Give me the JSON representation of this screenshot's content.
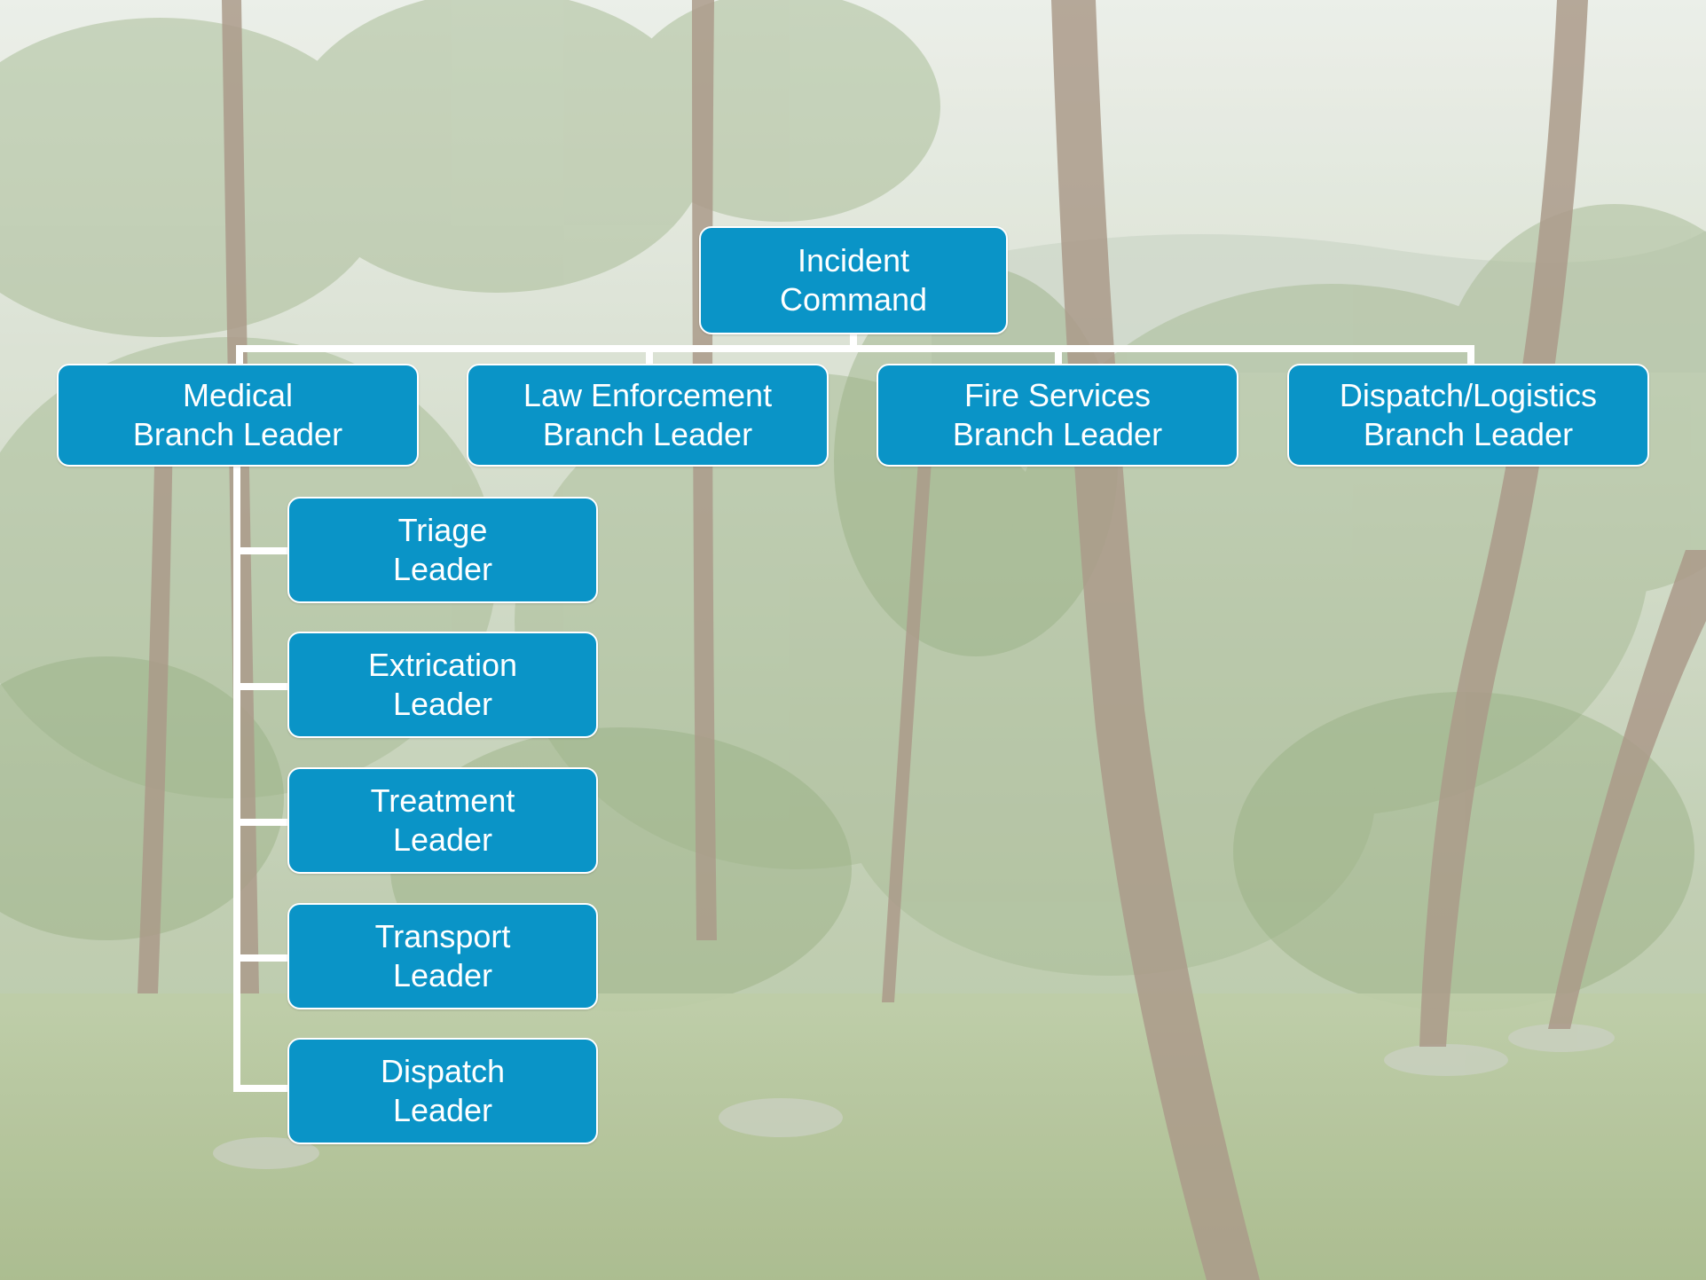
{
  "diagram": {
    "type": "org-chart",
    "colors": {
      "box_fill": "#0a94c7",
      "box_border": "#ffffff",
      "box_text": "#ffffff",
      "connector": "#ffffff",
      "background_tint": "#d9e0d2"
    },
    "background": "forest-photo",
    "root": {
      "line1": "Incident",
      "line2": "Command"
    },
    "branches": [
      {
        "line1": "Medical",
        "line2": "Branch Leader"
      },
      {
        "line1": "Law Enforcement",
        "line2": "Branch Leader"
      },
      {
        "line1": "Fire Services",
        "line2": "Branch Leader"
      },
      {
        "line1": "Dispatch/Logistics",
        "line2": "Branch Leader"
      }
    ],
    "medical_subunits": [
      {
        "line1": "Triage",
        "line2": "Leader"
      },
      {
        "line1": "Extrication",
        "line2": "Leader"
      },
      {
        "line1": "Treatment",
        "line2": "Leader"
      },
      {
        "line1": "Transport",
        "line2": "Leader"
      },
      {
        "line1": "Dispatch",
        "line2": "Leader"
      }
    ]
  }
}
